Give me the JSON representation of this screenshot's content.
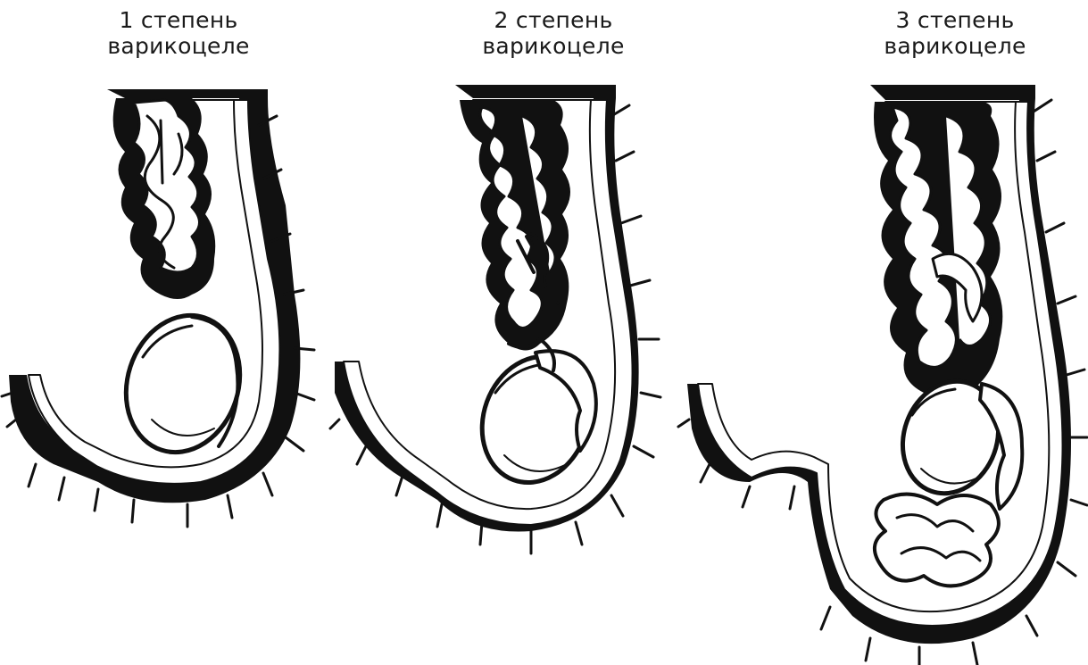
{
  "panels": [
    {
      "line1": "1 степень",
      "line2": "варикоцеле"
    },
    {
      "line1": "2 степень",
      "line2": "варикоцеле"
    },
    {
      "line1": "3 степень",
      "line2": "варикоцеле"
    }
  ]
}
